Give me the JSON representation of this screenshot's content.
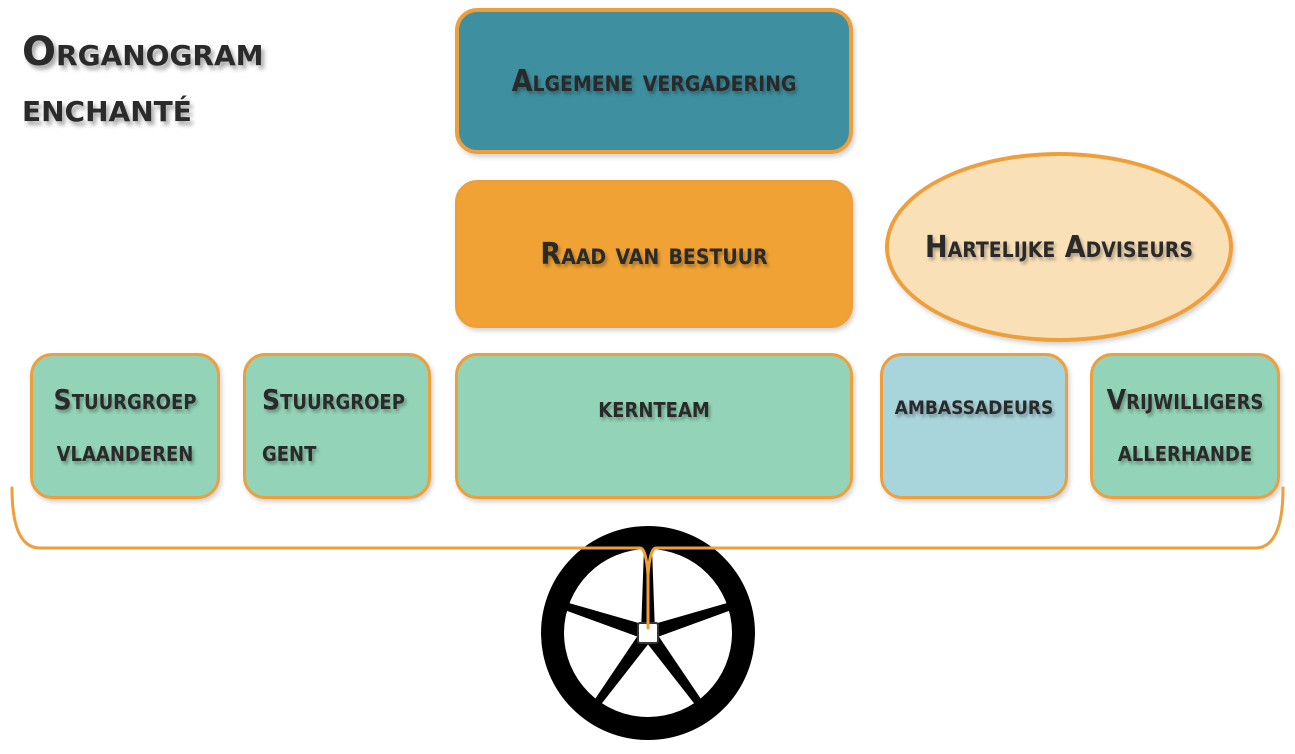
{
  "title": {
    "line1": "Organogram",
    "line2": "enchanté"
  },
  "nodes": {
    "algemene_vergadering": "Algemene vergadering",
    "raad_van_bestuur": "Raad van bestuur",
    "hartelijke_adviseurs": "Hartelijke Adviseurs",
    "stuurgroep_vlaanderen": {
      "line1": "Stuurgroep",
      "line2": "vlaanderen"
    },
    "stuurgroep_gent": {
      "line1": "Stuurgroep",
      "line2": "gent"
    },
    "kernteam": "kernteam",
    "ambassadeurs": "ambassadeurs",
    "vrijwilligers": {
      "line1": "Vrijwilligers",
      "line2": "allerhande"
    }
  },
  "colors": {
    "border": "#ee9f3a",
    "algemene_fill": "#3e8fa0",
    "raad_fill": "#f0a334",
    "adviseurs_fill": "#fae0b7",
    "team_fill": "#93d4b8",
    "ambassadeurs_fill": "#a8d5dc",
    "wheel": "#000000"
  }
}
